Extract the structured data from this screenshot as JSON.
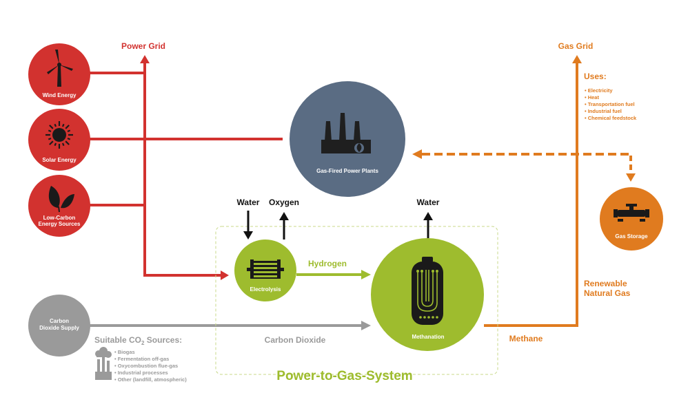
{
  "colors": {
    "red": "#d2322f",
    "orange": "#e07b1f",
    "green": "#9ebc2e",
    "grey": "#9a9a9a",
    "slate": "#5a6c83",
    "black": "#111111"
  },
  "nodes": {
    "wind": {
      "line1": "Wind Energy",
      "icon": "wind-turbine-icon"
    },
    "solar": {
      "line1": "Solar Energy",
      "icon": "sun-icon"
    },
    "lowcarbon": {
      "line1": "Low-Carbon",
      "line2": "Energy Sources",
      "icon": "leaf-icon"
    },
    "co2supply": {
      "line1": "Carbon",
      "line2": "Dioxide Supply"
    },
    "plant": {
      "line1": "Gas-Fired Power Plants",
      "icon": "factory-icon"
    },
    "electrolysis": {
      "line1": "Electrolysis",
      "icon": "electrolyzer-icon"
    },
    "methanation": {
      "line1": "Methanation",
      "icon": "reactor-icon"
    },
    "storage": {
      "line1": "Gas Storage",
      "icon": "gas-valve-icon"
    }
  },
  "labels": {
    "power_grid": "Power Grid",
    "gas_grid": "Gas Grid",
    "uses_title": "Uses:",
    "uses": [
      "Electricity",
      "Heat",
      "Transportation fuel",
      "Industrial fuel",
      "Chemical feedstock"
    ],
    "water_in": "Water",
    "oxygen": "Oxygen",
    "water_out": "Water",
    "hydrogen": "Hydrogen",
    "carbon_dioxide": "Carbon Dioxide",
    "methane": "Methane",
    "renewable_1": "Renewable",
    "renewable_2": "Natural Gas",
    "co2_sources_title_a": "Suitable CO",
    "co2_sources_title_sub": "2",
    "co2_sources_title_b": " Sources:",
    "co2_sources": [
      "Biogas",
      "Fermentation off-gas",
      "Oxycombustion flue-gas",
      "Industrial processes",
      "Other (landfill, atmospheric)"
    ],
    "system_title": "Power-to-Gas-System"
  }
}
